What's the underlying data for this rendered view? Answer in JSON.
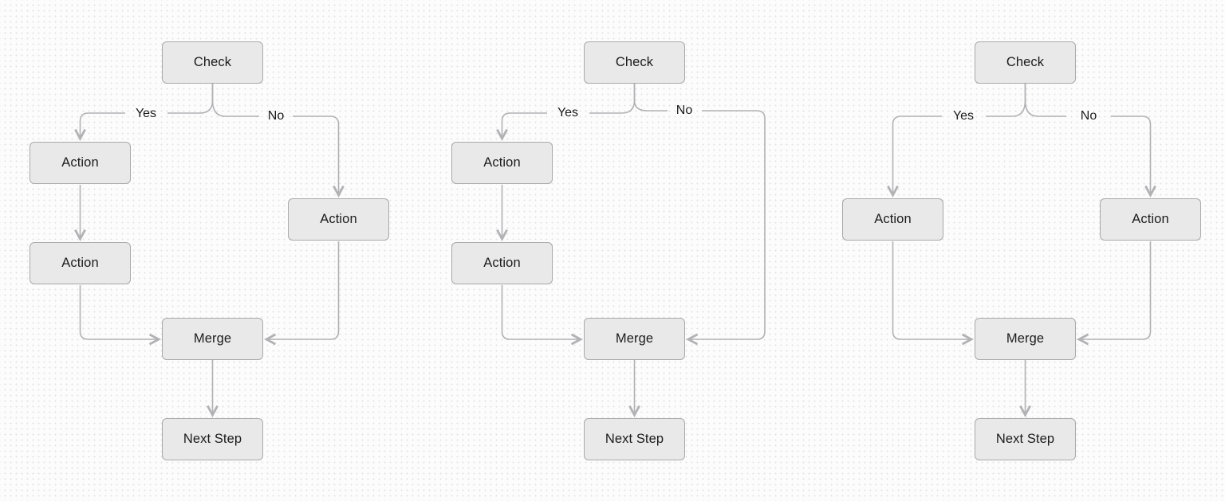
{
  "canvas": {
    "background_color": "#fcfcfc",
    "dot_color": "#e2e2e5",
    "node_fill": "#e9e9e9",
    "node_border": "#a9a9a9",
    "connector_color": "#b2b2b5",
    "text_color": "#1c1c1e"
  },
  "diagrams": [
    {
      "id": "left-flowchart",
      "nodes": {
        "check": "Check",
        "action_yes_1": "Action",
        "action_yes_2": "Action",
        "action_no": "Action",
        "merge": "Merge",
        "next_step": "Next Step"
      },
      "labels": {
        "yes": "Yes",
        "no": "No"
      }
    },
    {
      "id": "middle-flowchart",
      "nodes": {
        "check": "Check",
        "action_yes_1": "Action",
        "action_yes_2": "Action",
        "merge": "Merge",
        "next_step": "Next Step"
      },
      "labels": {
        "yes": "Yes",
        "no": "No"
      }
    },
    {
      "id": "right-flowchart",
      "nodes": {
        "check": "Check",
        "action_yes": "Action",
        "action_no": "Action",
        "merge": "Merge",
        "next_step": "Next Step"
      },
      "labels": {
        "yes": "Yes",
        "no": "No"
      }
    }
  ]
}
